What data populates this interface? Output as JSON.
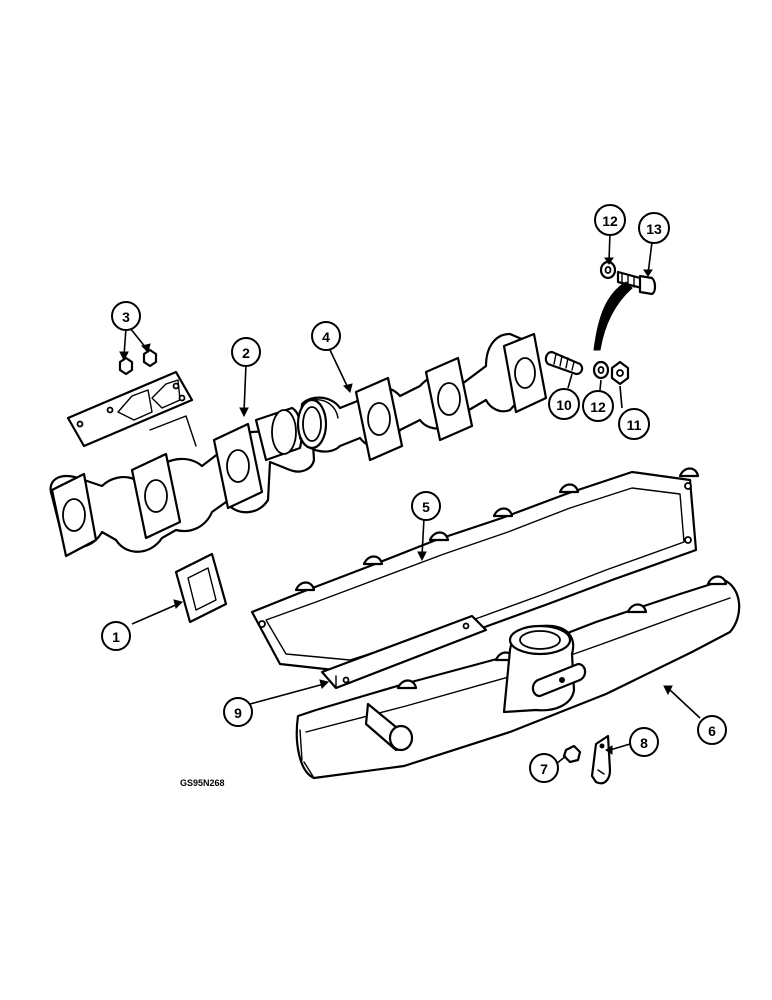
{
  "figure_code": "GS95N268",
  "callouts": [
    {
      "id": "c1",
      "label": "1"
    },
    {
      "id": "c2",
      "label": "2"
    },
    {
      "id": "c3",
      "label": "3"
    },
    {
      "id": "c4",
      "label": "4"
    },
    {
      "id": "c5",
      "label": "5"
    },
    {
      "id": "c6",
      "label": "6"
    },
    {
      "id": "c7",
      "label": "7"
    },
    {
      "id": "c8",
      "label": "8"
    },
    {
      "id": "c9",
      "label": "9"
    },
    {
      "id": "c10",
      "label": "10"
    },
    {
      "id": "c11",
      "label": "11"
    },
    {
      "id": "c12a",
      "label": "12"
    },
    {
      "id": "c12b",
      "label": "12"
    },
    {
      "id": "c13",
      "label": "13"
    }
  ]
}
